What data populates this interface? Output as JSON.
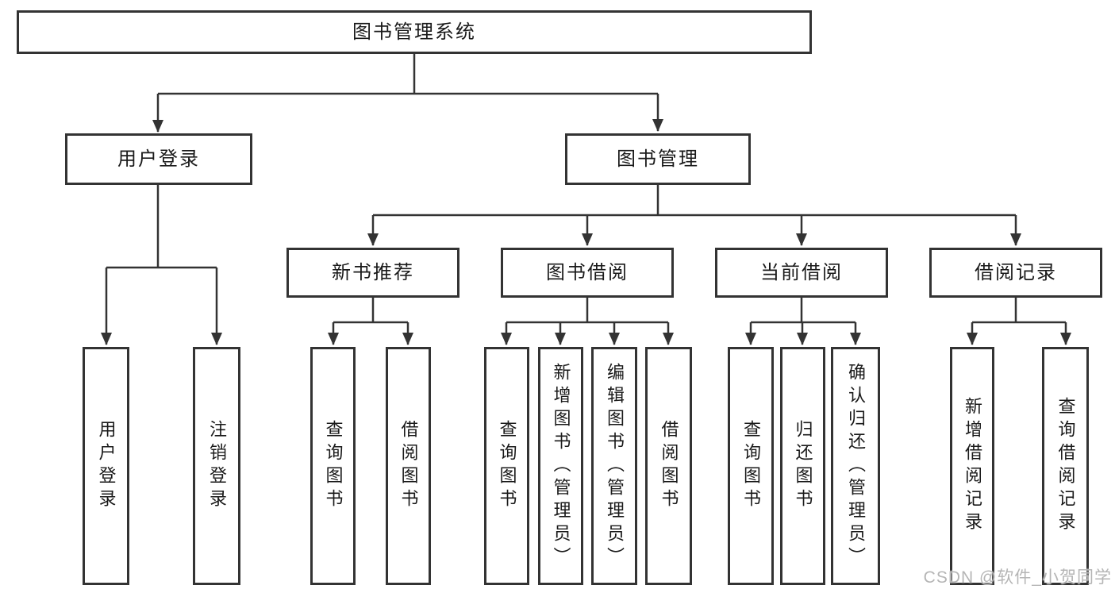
{
  "diagram": {
    "title": "图书管理系统",
    "level2": [
      {
        "label": "用户登录"
      },
      {
        "label": "图书管理"
      }
    ],
    "level3": [
      {
        "label": "新书推荐"
      },
      {
        "label": "图书借阅"
      },
      {
        "label": "当前借阅"
      },
      {
        "label": "借阅记录"
      }
    ],
    "leaves": {
      "user_login": [
        "用户登录",
        "注销登录"
      ],
      "new_book_rec": [
        "查询图书",
        "借阅图书"
      ],
      "book_borrow": [
        "查询图书",
        "新增图书（管理员）",
        "编辑图书（管理员）",
        "借阅图书"
      ],
      "current_borrow": [
        "查询图书",
        "归还图书",
        "确认归还（管理员）"
      ],
      "borrow_records": [
        "新增借阅记录",
        "查询借阅记录"
      ]
    }
  },
  "watermark": "CSDN @软件_小贺同学",
  "colors": {
    "line": "#333333",
    "text": "#1a1a1a",
    "watermark": "#b5b5b5",
    "background": "#ffffff"
  }
}
